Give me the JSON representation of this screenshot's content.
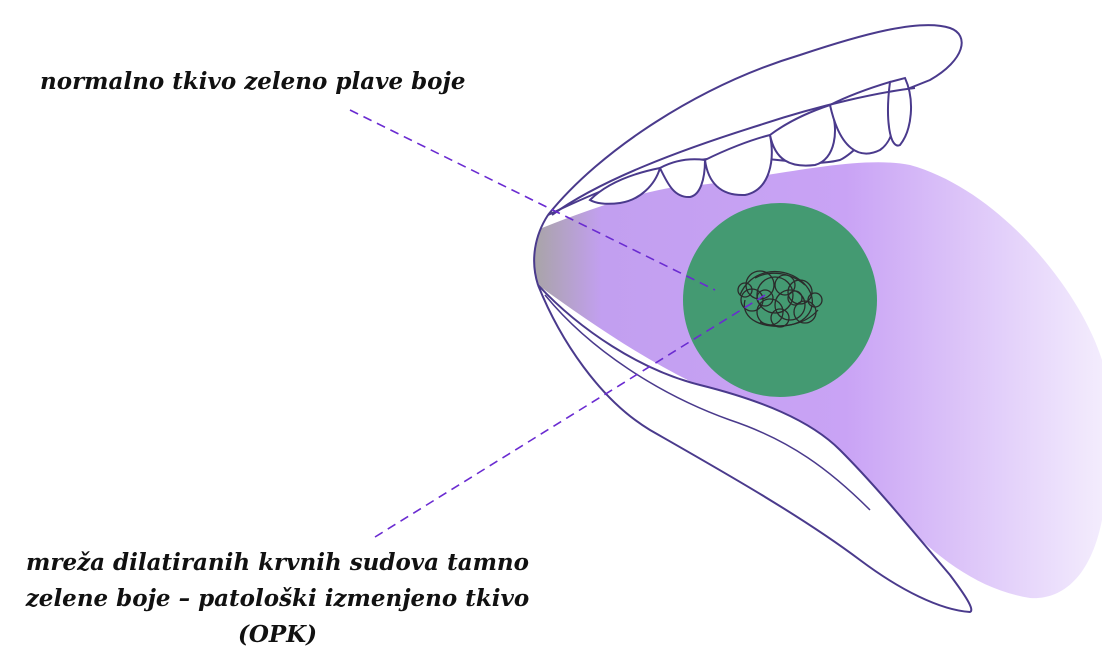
{
  "labels": {
    "normal_tissue": "normalno tkivo zeleno plave boje",
    "pathological_line1": "mreža dilatiranih krvnih sudova tamno",
    "pathological_line2": "zelene boje – patološki izmenjeno tkivo",
    "pathological_line3": "(OPK)"
  },
  "colors": {
    "mouth_fill": "#c9a3f5",
    "mouth_outline": "#4a3a8c",
    "lesion_green": "#449a72",
    "vessel_dark": "#2b2b2b",
    "leader_line": "#6a2bd1",
    "teeth_fill": "#ffffff"
  },
  "icons": {
    "mouth": "open-mouth-illustration",
    "lesion": "green-circular-lesion",
    "vessels": "dilated-vessel-tangle"
  }
}
